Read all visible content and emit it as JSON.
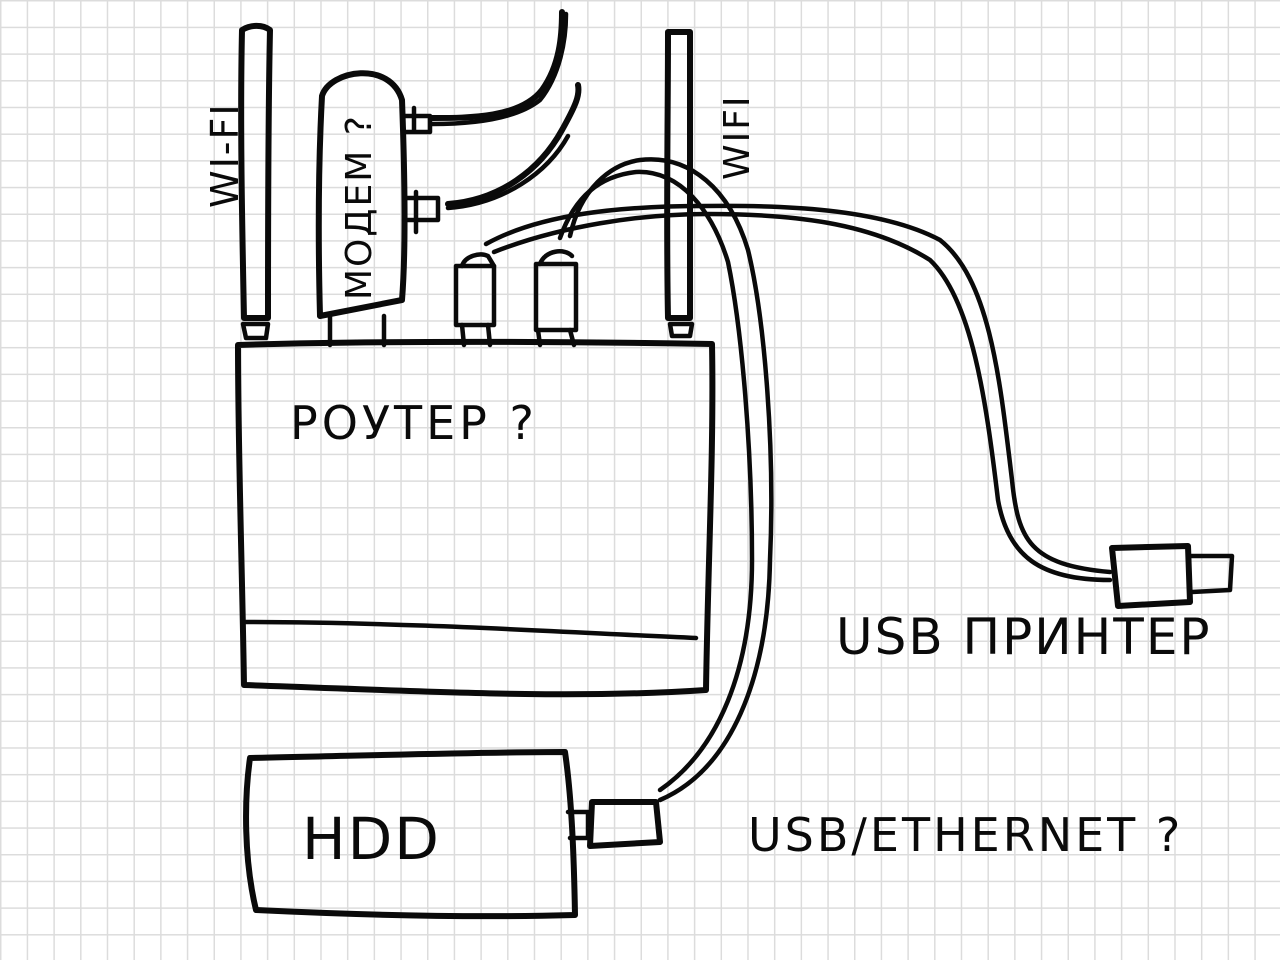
{
  "diagram": {
    "title": "Home network sketch",
    "ink_color": "#0a0a0a",
    "paper_color": "#ffffff",
    "grid_color": "#dcdcdc",
    "components": {
      "router": {
        "label": "РОУТЕР ?"
      },
      "antenna_left": {
        "label": "WI-FI"
      },
      "antenna_right": {
        "label": "WIFI"
      },
      "modem": {
        "label": "МОДЕМ ?"
      },
      "hdd": {
        "label": "HDD"
      },
      "printer_plug": {
        "label": "USB ПРИНТЕР"
      },
      "hdd_link": {
        "label": "USB/ETHERNET ?"
      }
    },
    "connections": [
      {
        "from": "modem",
        "to": "external",
        "kind": "cable"
      },
      {
        "from": "modem",
        "to": "external",
        "kind": "cable"
      },
      {
        "from": "router",
        "to": "printer_plug",
        "kind": "usb cable"
      },
      {
        "from": "router",
        "to": "hdd",
        "kind": "usb/ethernet cable"
      }
    ]
  }
}
